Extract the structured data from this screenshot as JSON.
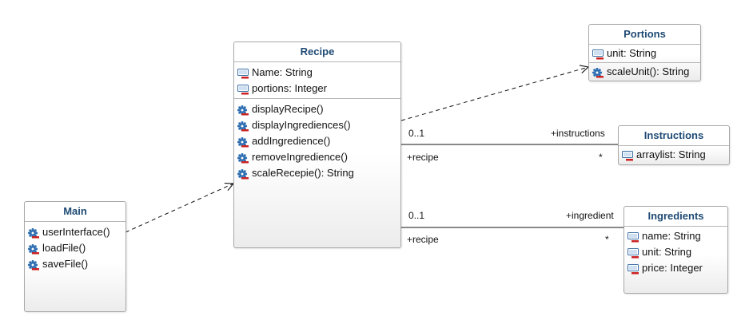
{
  "classes": {
    "recipe": {
      "name": "Recipe",
      "attributes": [
        "Name: String",
        "portions: Integer"
      ],
      "operations": [
        "displayRecipe()",
        "displayIngrediences()",
        "addIngredience()",
        "removeIngredience()",
        "scaleRecepie(): String"
      ]
    },
    "portions": {
      "name": "Portions",
      "attributes": [
        "unit: String"
      ],
      "operations": [
        "scaleUnit(): String"
      ]
    },
    "instructions": {
      "name": "Instructions",
      "attributes": [
        "arraylist: String"
      ]
    },
    "main": {
      "name": "Main",
      "operations": [
        "userInterface()",
        "loadFile()",
        "saveFile()"
      ]
    },
    "ingredients": {
      "name": "Ingredients",
      "attributes": [
        "name: String",
        "unit: String",
        "price: Integer"
      ]
    }
  },
  "associations": {
    "recipe_instructions": {
      "source_multiplicity": "0..1",
      "target_role": "+instructions",
      "source_role": "+recipe",
      "target_multiplicity": "*"
    },
    "recipe_ingredients": {
      "source_multiplicity": "0..1",
      "target_role": "+ingredient",
      "source_role": "+recipe",
      "target_multiplicity": "*"
    }
  },
  "colors": {
    "title_text": "#1f4a74",
    "border": "#a8a8a8",
    "attribute_icon": "#3a6ea5",
    "operation_icon": "#2b6cb0",
    "visibility_marker": "#cc2222"
  },
  "icons": {
    "attribute": "attribute-field-icon",
    "operation": "operation-gear-icon"
  }
}
